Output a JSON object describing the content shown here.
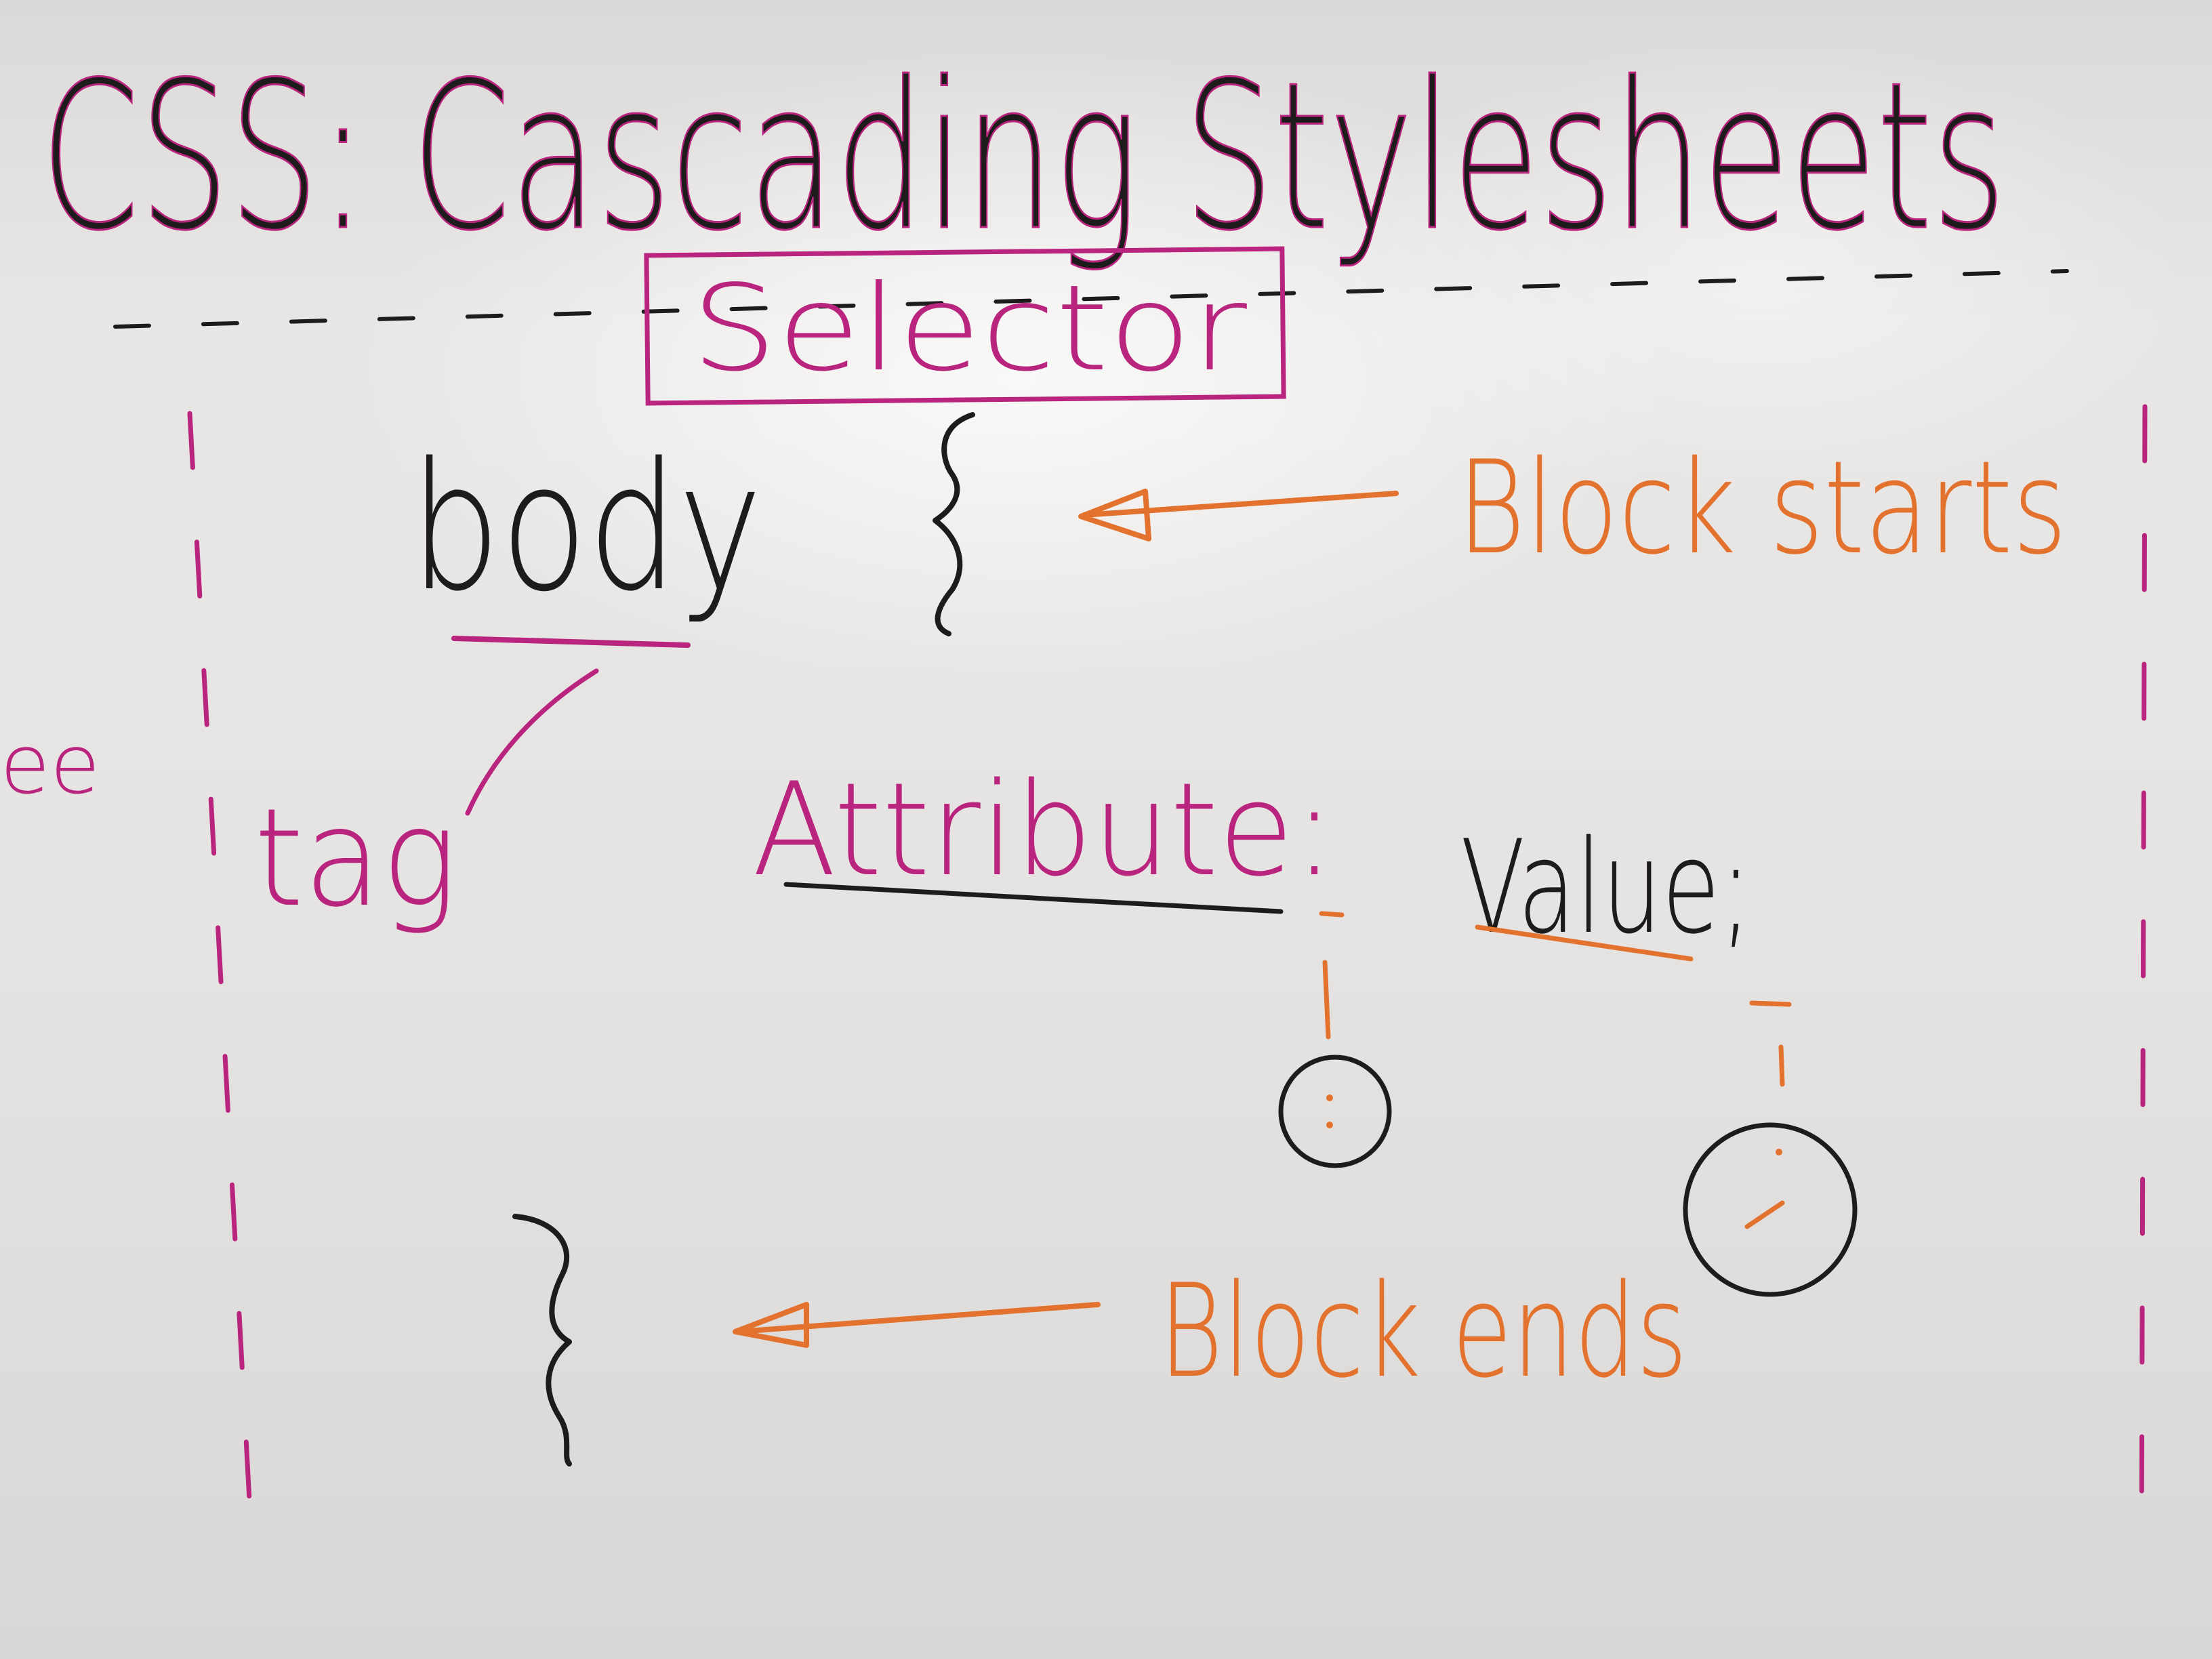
{
  "whiteboard": {
    "title": "CSS: Cascading Stylesheets",
    "selector_label": "Selector",
    "body_label": "body",
    "tag_label": "tag",
    "attribute_label": "Attribute:",
    "value_label": "Value;",
    "block_starts_label": "Block starts",
    "block_ends_label": "Block ends",
    "edge_fragment_label": "ee",
    "open_brace": "{",
    "close_brace": "}"
  },
  "colors": {
    "black_marker": "#1e1b1c",
    "pink_marker": "#b8247e",
    "orange_marker": "#e2722e",
    "board": "#e6e4e2"
  }
}
